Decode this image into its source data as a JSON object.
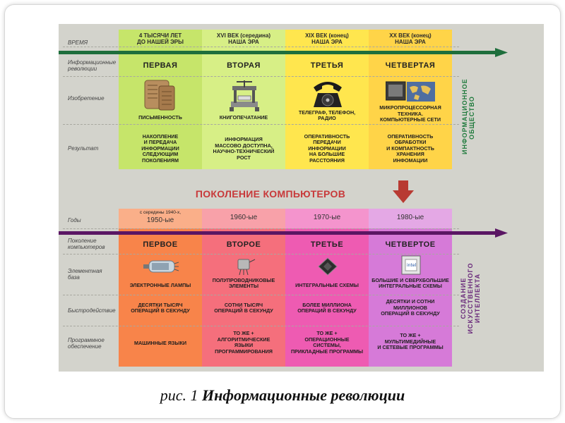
{
  "caption": {
    "prefix": "рис. 1 ",
    "title": "Информационные революции"
  },
  "top": {
    "row_labels": [
      "ВРЕМЯ",
      "Информационные\nреволюции",
      "Изобретение",
      "Результат"
    ],
    "times": [
      "4 ТЫСЯЧИ ЛЕТ\nДО НАШЕЙ ЭРЫ",
      "XVI ВЕК (середина)\nНАША ЭРА",
      "XIX ВЕК (конец)\nНАША ЭРА",
      "XX ВЕК (конец)\nНАША ЭРА"
    ],
    "revolutions": [
      "ПЕРВАЯ",
      "ВТОРАЯ",
      "ТРЕТЬЯ",
      "ЧЕТВЕРТАЯ"
    ],
    "inventions": [
      "ПИСЬМЕННОСТЬ",
      "КНИГОПЕЧАТАНИЕ",
      "ТЕЛЕГРАФ, ТЕЛЕФОН,\nРАДИО",
      "МИКРОПРОЦЕССОРНАЯ\nТЕХНИКА.\nКОМПЬЮТЕРНЫЕ СЕТИ"
    ],
    "results": [
      "НАКОПЛЕНИЕ\nИ ПЕРЕДАЧА\nИНФОРМАЦИИ\nСЛЕДУЮЩИМ\nПОКОЛЕНИЯМ",
      "ИНФОРМАЦИЯ\nМАССОВО ДОСТУПНА,\nНАУЧНО-ТЕХНИЧЕСКИЙ\nРОСТ",
      "ОПЕРАТИВНОСТЬ\nПЕРЕДАЧИ\nИНФОРМАЦИИ\nНА БОЛЬШИЕ\nРАССТОЯНИЯ",
      "ОПЕРАТИВНОСТЬ\nОБРАБОТКИ\nИ КОМПАКТНОСТЬ\nХРАНЕНИЯ\nИНФОМАЦИИ"
    ],
    "side_label": "ИНФОРМАЦИОННОЕ\nОБЩЕСТВО"
  },
  "middle_title": "ПОКОЛЕНИЕ КОМПЬЮТЕРОВ",
  "bottom": {
    "row_labels": [
      "Годы",
      "Поколение\nкомпьютеров",
      "Элементная\nбаза",
      "Быстродействие",
      "Программное\nобеспечение"
    ],
    "years_note": "с середины 1940-х,",
    "years": [
      "1950-ые",
      "1960-ые",
      "1970-ые",
      "1980-ые"
    ],
    "generations": [
      "ПЕРВОЕ",
      "ВТОРОЕ",
      "ТРЕТЬЕ",
      "ЧЕТВЕРТОЕ"
    ],
    "bases": [
      "ЭЛЕКТРОННЫЕ ЛАМПЫ",
      "ПОЛУПРОВОДНИКОВЫЕ\nЭЛЕМЕНТЫ",
      "ИНТЕГРАЛЬНЫЕ СХЕМЫ",
      "БОЛЬШИЕ И СВЕРХБОЛЬШИЕ\nИНТЕГРАЛЬНЫЕ СХЕМЫ"
    ],
    "speeds": [
      "ДЕСЯТКИ ТЫСЯЧ\nОПЕРАЦИЙ В СЕКУНДУ",
      "СОТНИ ТЫСЯЧ\nОПЕРАЦИЙ В СЕКУНДУ",
      "БОЛЕЕ МИЛЛИОНА\nОПЕРАЦИЙ В СЕКУНДУ",
      "ДЕСЯТКИ И СОТНИ\nМИЛЛИОНОВ\nОПЕРАЦИЙ В СЕКУНДУ"
    ],
    "software": [
      "МАШИННЫЕ ЯЗЫКИ",
      "ТО ЖЕ +\nАЛГОРИТМИЧЕСКИЕ\nЯЗЫКИ\nПРОГРАММИРОВАНИЯ",
      "ТО ЖЕ +\nОПЕРАЦИОННЫЕ\nСИСТЕМЫ,\nПРИКЛАДНЫЕ ПРОГРАММЫ",
      "ТО ЖЕ +\nМУЛЬТИМЕДИЙНЫЕ\nИ СЕТЕВЫЕ ПРОГРАММЫ"
    ],
    "side_label": "СОЗДАНИЕ\nИСКУССТВЕННОГО\nИНТЕЛЛЕКТА"
  },
  "colors": {
    "slide_bg": "#d3d3cc",
    "top_columns": [
      "#c6e56a",
      "#d7ef86",
      "#ffe64e",
      "#ffd448"
    ],
    "top_arrow": "#1e6e3c",
    "bottom_columns": [
      "#f8844a",
      "#f56f7c",
      "#ee5bb2",
      "#d67ad8"
    ],
    "bottom_arrow": "#5a1663",
    "middle_title": "#c8393a",
    "down_arrow": "#b83a32",
    "top_side_label": "#1f7a3c",
    "bottom_side_label": "#6a2a7b"
  },
  "icons": [
    "clay-tablet-icon",
    "printing-press-icon",
    "telephone-icon",
    "computer-map-icon",
    "vacuum-tube-icon",
    "transistor-icon",
    "integrated-circuit-icon",
    "microprocessor-icon",
    "down-arrow-icon"
  ]
}
